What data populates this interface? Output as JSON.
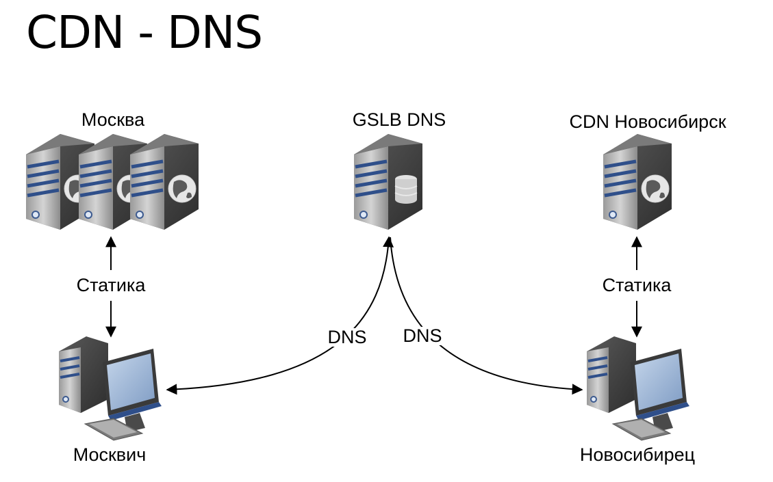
{
  "title": "CDN - DNS",
  "nodes": {
    "moscow": {
      "label": "Москва",
      "icon": "web-server-cluster-icon"
    },
    "gslb": {
      "label": "GSLB DNS",
      "icon": "database-server-icon"
    },
    "novosibirsk_cdn": {
      "label": "CDN Новосибирск",
      "icon": "web-server-icon"
    },
    "moscow_user": {
      "label": "Москвич",
      "icon": "desktop-computer-icon"
    },
    "novosibirsk_user": {
      "label": "Новосибирец",
      "icon": "desktop-computer-icon"
    }
  },
  "edges": {
    "moscow_static": {
      "label": "Статика"
    },
    "novosibirsk_static": {
      "label": "Статика"
    },
    "dns_left": {
      "label": "DNS"
    },
    "dns_right": {
      "label": "DNS"
    }
  },
  "colors": {
    "server_dark": "#4a4a4a",
    "server_light": "#b8b8b8",
    "stripe": "#2f4f8a",
    "monitor_screen": "#9fb8d8",
    "line": "#000000"
  }
}
